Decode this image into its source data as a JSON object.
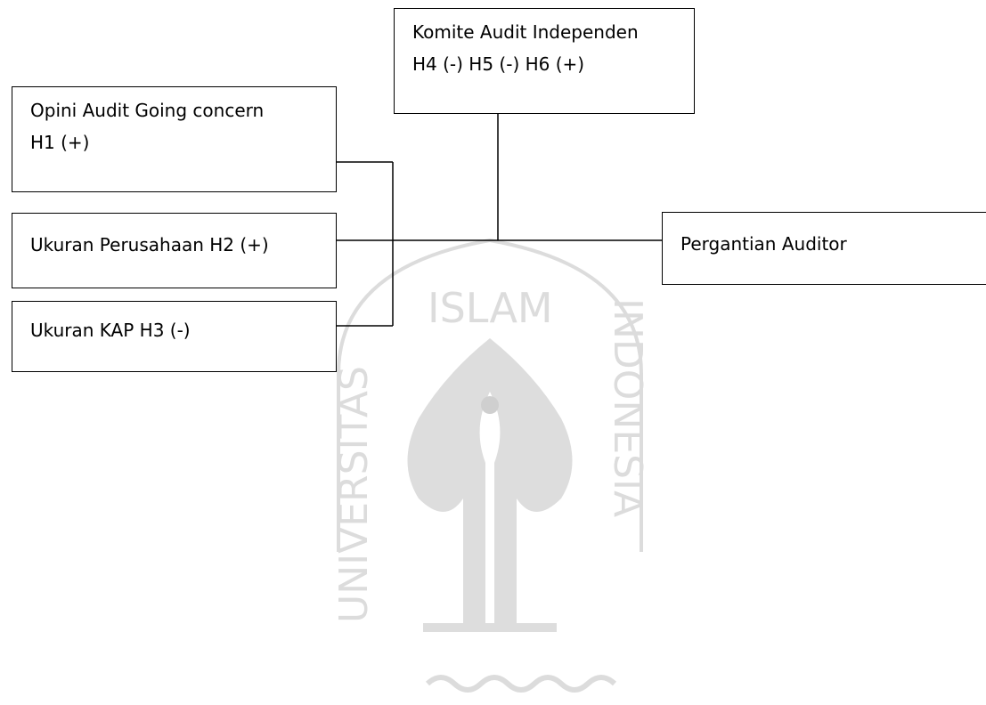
{
  "diagram": {
    "boxes": {
      "komite": {
        "line1": "Komite Audit Independen",
        "line2": "H4 (-) H5 (-) H6 (+)"
      },
      "opini": {
        "line1": "Opini Audit Going concern",
        "line2": "H1 (+)"
      },
      "ukuran_perusahaan": {
        "line1": "Ukuran Perusahaan H2 (+)"
      },
      "kap": {
        "line1": "Ukuran KAP H3 (-)"
      },
      "pergantian": {
        "line1": "Pergantian Auditor"
      }
    },
    "watermark": {
      "text_top": "ISLAM",
      "text_left": "UNIVERSITAS",
      "text_right": "INDONESIA",
      "color": "#d9d9d9"
    }
  }
}
